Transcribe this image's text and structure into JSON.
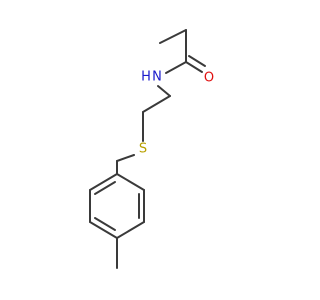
{
  "molecule": {
    "atoms": [
      {
        "id": "atom-H",
        "label": "H",
        "color": "#1a1acc"
      },
      {
        "id": "atom-N",
        "label": "N",
        "color": "#1a1acc"
      },
      {
        "id": "atom-O",
        "label": "O",
        "color": "#e01010"
      },
      {
        "id": "atom-S",
        "label": "S",
        "color": "#b8a000"
      }
    ],
    "colors": {
      "bond": "#3a3a3a",
      "background": "#ffffff"
    }
  }
}
